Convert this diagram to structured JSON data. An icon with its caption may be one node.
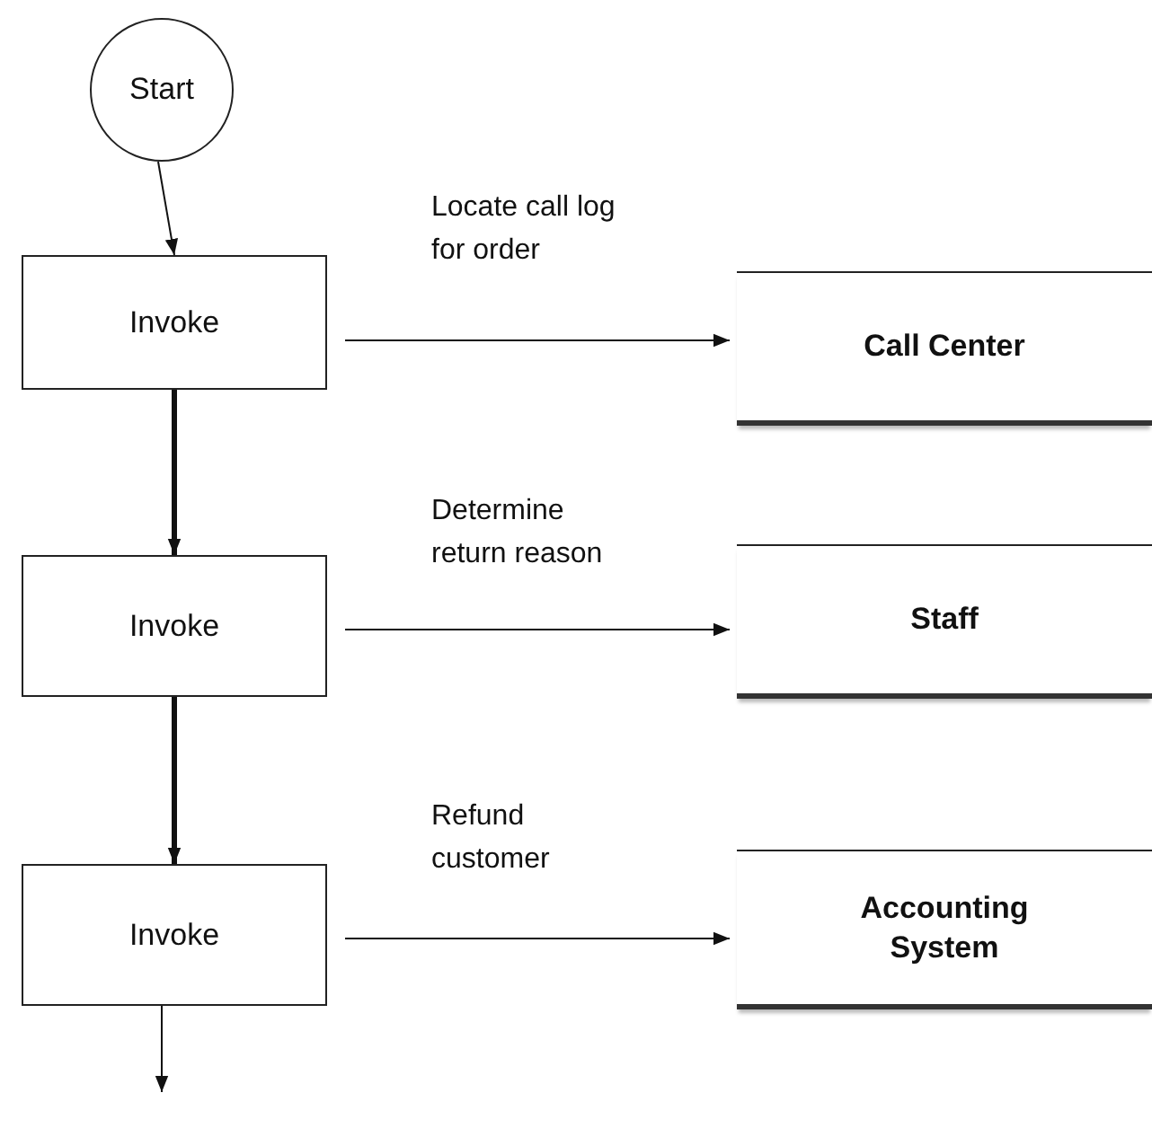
{
  "diagram": {
    "nodes": [
      {
        "text": [
          "Start"
        ]
      },
      {
        "text": [
          "Invoke"
        ]
      },
      {
        "text": [
          "Invoke"
        ]
      },
      {
        "text": [
          "Invoke"
        ]
      },
      {
        "text": [
          "Call Center"
        ]
      },
      {
        "text": [
          "Staff"
        ]
      },
      {
        "text": [
          "Accounting System"
        ]
      }
    ],
    "edges": [
      {
        "from": 0,
        "to": 1,
        "arrow": "to"
      },
      {
        "from": 1,
        "to": 2,
        "arrow": "to",
        "style": "thick"
      },
      {
        "from": 2,
        "to": 3,
        "arrow": "to",
        "style": "thick"
      },
      {
        "from": 3,
        "to": null,
        "arrow": "to"
      },
      {
        "from": 1,
        "to": 4,
        "arrow": "to",
        "label": "Locate call log for order"
      },
      {
        "from": 2,
        "to": 5,
        "arrow": "to",
        "label": "Determine return reason"
      },
      {
        "from": 3,
        "to": 6,
        "arrow": "to",
        "label": "Refund customer"
      }
    ]
  }
}
